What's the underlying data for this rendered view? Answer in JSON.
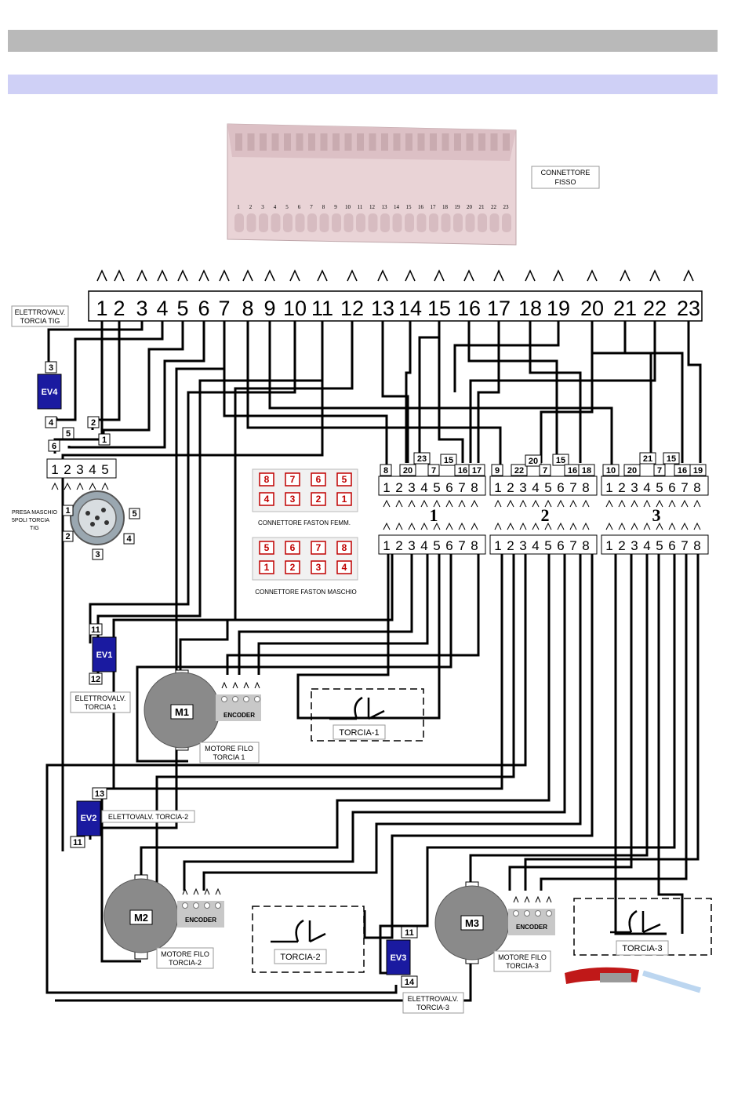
{
  "connector": {
    "label_line1": "CONNETTORE",
    "label_line2": "FISSO",
    "pins": [
      "1",
      "2",
      "3",
      "4",
      "5",
      "6",
      "7",
      "8",
      "9",
      "10",
      "11",
      "12",
      "13",
      "14",
      "15",
      "16",
      "17",
      "18",
      "19",
      "20",
      "21",
      "22",
      "23"
    ]
  },
  "tig_valve": {
    "label_line1": "ELETTROVALV.",
    "label_line2": "TORCIA TIG",
    "name": "EV4",
    "top_pin": "3",
    "bottom_pin": "4"
  },
  "tig_socket": {
    "label_line1": "PRESA MASCHIO",
    "label_line2": "5POLI TORCIA",
    "label_line3": "TIG",
    "pins": [
      "1",
      "2",
      "3",
      "4",
      "5"
    ],
    "tags": [
      "6",
      "5",
      "2",
      "1"
    ]
  },
  "faston_female": {
    "label": "CONNETTORE FASTON FEMM.",
    "row1": [
      "8",
      "7",
      "6",
      "5"
    ],
    "row2": [
      "4",
      "3",
      "2",
      "1"
    ]
  },
  "faston_male": {
    "label": "CONNETTORE FASTON MASCHIO",
    "row1": [
      "5",
      "6",
      "7",
      "8"
    ],
    "row2": [
      "1",
      "2",
      "3",
      "4"
    ]
  },
  "groups": [
    {
      "number": "1",
      "tags": [
        "8",
        "20",
        "23",
        "7",
        "15",
        "16",
        "17"
      ],
      "pins": [
        "1",
        "2",
        "3",
        "4",
        "5",
        "6",
        "7",
        "8"
      ]
    },
    {
      "number": "2",
      "tags": [
        "9",
        "22",
        "20",
        "7",
        "15",
        "16",
        "18"
      ],
      "pins": [
        "1",
        "2",
        "3",
        "4",
        "5",
        "6",
        "7",
        "8"
      ]
    },
    {
      "number": "3",
      "tags": [
        "10",
        "20",
        "21",
        "7",
        "15",
        "16",
        "19"
      ],
      "pins": [
        "1",
        "2",
        "3",
        "4",
        "5",
        "6",
        "7",
        "8"
      ]
    }
  ],
  "ev1": {
    "name": "EV1",
    "top_pin": "11",
    "bottom_pin": "12",
    "label_line1": "ELETTROVALV.",
    "label_line2": "TORCIA 1"
  },
  "ev2": {
    "name": "EV2",
    "top_pin": "13",
    "bottom_pin": "11",
    "label": "ELETTOVALV. TORCIA-2"
  },
  "ev3": {
    "name": "EV3",
    "top_pin": "11",
    "bottom_pin": "14",
    "label_line1": "ELETTROVALV.",
    "label_line2": "TORCIA-3"
  },
  "m1": {
    "name": "M1",
    "encoder": "ENCODER",
    "label_line1": "MOTORE FILO",
    "label_line2": "TORCIA 1"
  },
  "m2": {
    "name": "M2",
    "encoder": "ENCODER",
    "label_line1": "MOTORE FILO",
    "label_line2": "TORCIA-2"
  },
  "m3": {
    "name": "M3",
    "encoder": "ENCODER",
    "label_line1": "MOTORE FILO",
    "label_line2": "TORCIA-3"
  },
  "torches": [
    "TORCIA-1",
    "TORCIA-2",
    "TORCIA-3"
  ],
  "colors": {
    "top_band": "#b9b9b9",
    "sub_band": "#cfd0f6",
    "connector_body": "#e9d3d6",
    "valve_blue": "#1a1aa0",
    "motor_gray": "#8a8a8a",
    "faston_red": "#c00000"
  }
}
